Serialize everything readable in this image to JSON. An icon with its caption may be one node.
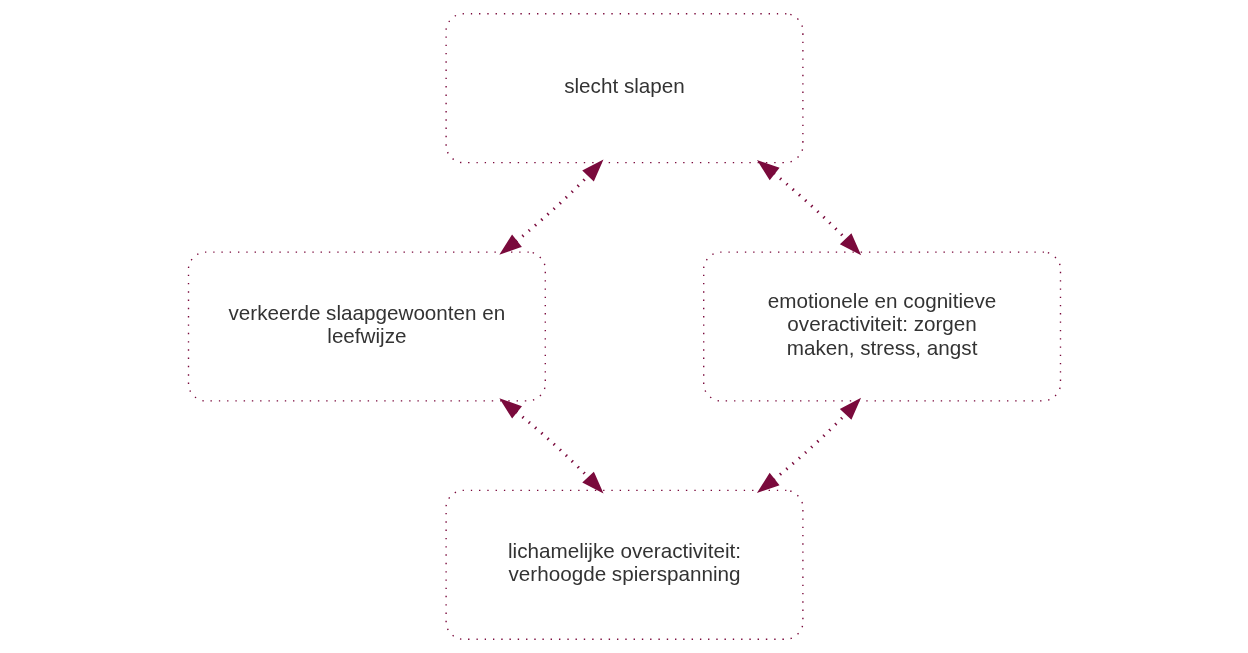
{
  "diagram": {
    "nodes": [
      {
        "text": [
          "slecht slapen"
        ]
      },
      {
        "text": [
          "verkeerde slaapgewoonten en leefwijze"
        ]
      },
      {
        "text": [
          "emotionele en cognitieve overactiviteit: zorgen maken, stress, angst"
        ]
      },
      {
        "text": [
          "lichamelijke overactiviteit: verhoogde spierspanning"
        ]
      }
    ],
    "edges": [
      {
        "from": 1,
        "to": 0,
        "arrow": "both"
      },
      {
        "from": 0,
        "to": 2,
        "arrow": "both"
      },
      {
        "from": 3,
        "to": 2,
        "arrow": "both"
      },
      {
        "from": 1,
        "to": 3,
        "arrow": "both"
      }
    ]
  }
}
